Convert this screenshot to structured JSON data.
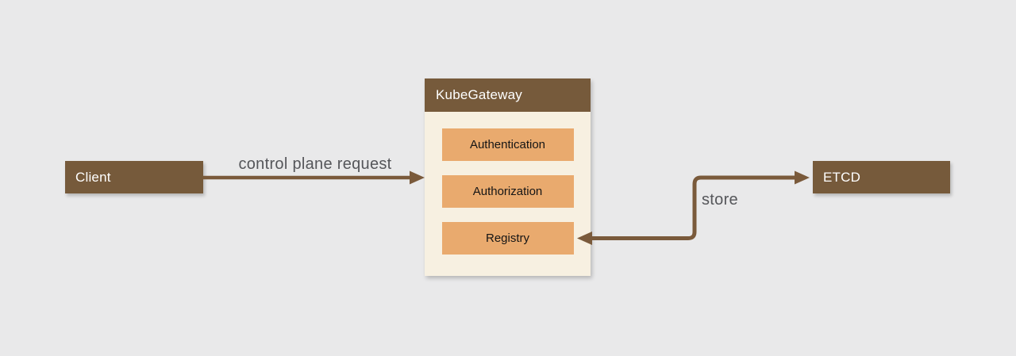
{
  "colors": {
    "background": "#e9e9ea",
    "node_brown": "#765a3b",
    "panel_cream": "#f7f0e1",
    "module_orange": "#e9aa6e",
    "arrow_brown": "#7a5a3b",
    "label_gray": "#55565a",
    "node_text": "#ffffff",
    "module_text": "#151515"
  },
  "nodes": {
    "client": {
      "label": "Client"
    },
    "kubegateway": {
      "title": "KubeGateway",
      "modules": [
        {
          "label": "Authentication"
        },
        {
          "label": "Authorization"
        },
        {
          "label": "Registry"
        }
      ]
    },
    "etcd": {
      "label": "ETCD"
    }
  },
  "edges": {
    "control_plane_request": {
      "label": "control plane request",
      "direction": "client-to-kubegateway"
    },
    "store": {
      "label": "store",
      "direction": "registry-etcd-bidirectional"
    }
  }
}
